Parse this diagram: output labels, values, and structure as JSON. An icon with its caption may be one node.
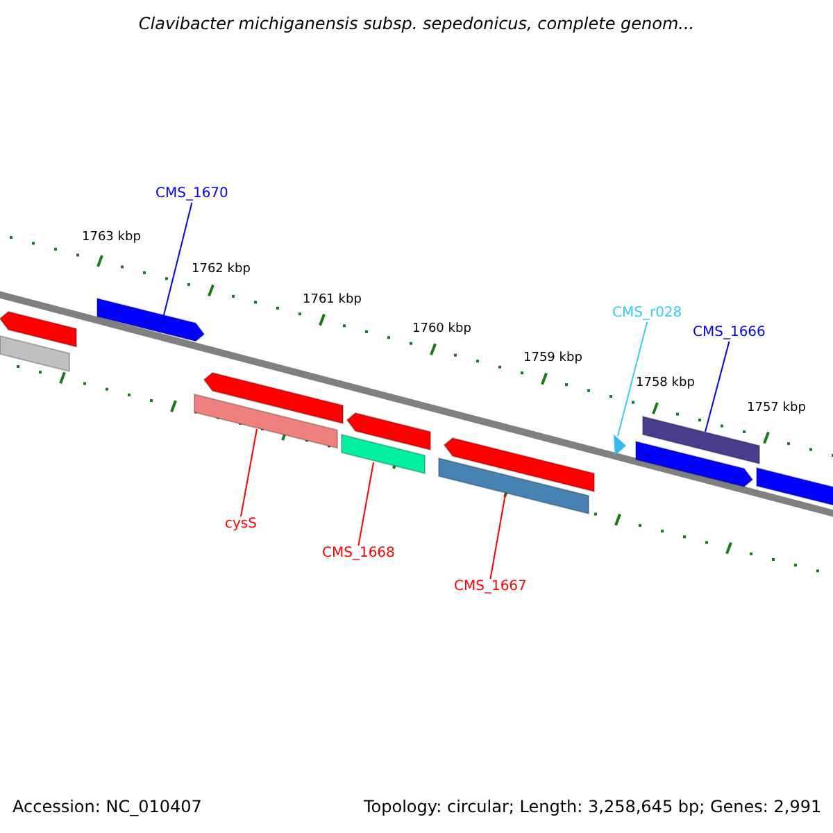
{
  "diagram": {
    "title": "Clavibacter michiganensis subsp. sepedonicus, complete genom...",
    "nodes": [
      {
        "text": [
          "CMS_1670"
        ]
      },
      {
        "text": [],
        "shape": "bar"
      },
      {
        "text": [
          "CMS_r028"
        ]
      },
      {
        "text": [],
        "shape": "triangle"
      },
      {
        "text": [
          "CMS_1666"
        ]
      },
      {
        "text": [],
        "shape": "bar"
      },
      {
        "text": [
          "cysS"
        ]
      },
      {
        "text": [],
        "shape": "bar"
      },
      {
        "text": [
          "CMS_1668"
        ]
      },
      {
        "text": [],
        "shape": "bar"
      },
      {
        "text": [
          "CMS_1667"
        ]
      },
      {
        "text": [],
        "shape": "bar"
      },
      {
        "text": [],
        "shape": "bar"
      },
      {
        "text": [],
        "shape": "bar"
      },
      {
        "text": [],
        "shape": "bar"
      },
      {
        "text": [],
        "shape": "bar"
      },
      {
        "text": [],
        "shape": "bar"
      },
      {
        "text": [],
        "shape": "bar"
      },
      {
        "text": [],
        "shape": "bar"
      }
    ],
    "edges": [
      {
        "from": 0,
        "to": 1,
        "arrow": "none",
        "color": "#0000ff"
      },
      {
        "from": 2,
        "to": 3,
        "arrow": "none",
        "color": "#33ccff"
      },
      {
        "from": 4,
        "to": 5,
        "arrow": "none",
        "color": "#0000ff"
      },
      {
        "from": 6,
        "to": 7,
        "arrow": "none"
      },
      {
        "from": 8,
        "to": 9,
        "arrow": "none"
      },
      {
        "from": 10,
        "to": 11,
        "arrow": "none"
      }
    ],
    "labels": [
      "1763 kbp",
      "1762 kbp",
      "1761 kbp",
      "1760 kbp",
      "1759 kbp",
      "1758 kbp",
      "1757 kbp",
      "Accession: NC_010407",
      "Topology: circular; Length: 3,258,645 bp; Genes: 2,991"
    ]
  }
}
